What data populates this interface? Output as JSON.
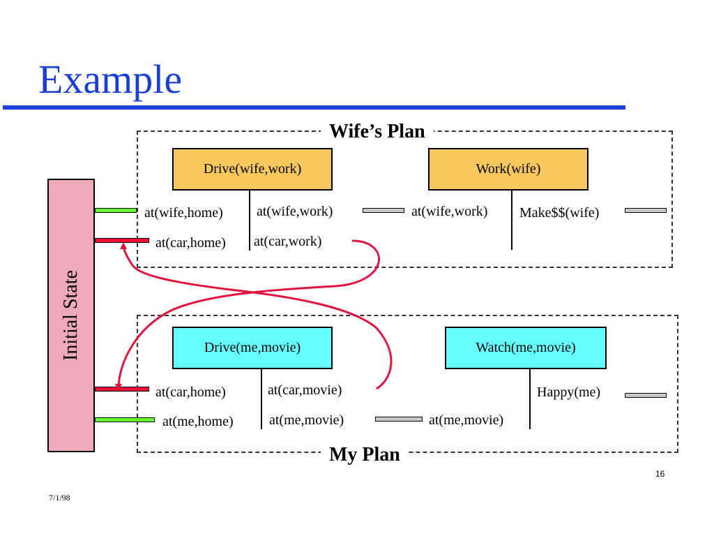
{
  "slide": {
    "title": "Example",
    "number": "16",
    "date": "7/1/98"
  },
  "initial_state": {
    "label": "Initial State"
  },
  "wife_plan": {
    "label": "Wife’s Plan",
    "actions": [
      {
        "name": "Drive(wife,work)",
        "fill": "#f8c860",
        "preconditions": [
          "at(wife,home)",
          "at(car,home)"
        ],
        "effects": [
          "at(wife,work)",
          "at(car,work)"
        ]
      },
      {
        "name": "Work(wife)",
        "fill": "#f8c860",
        "preconditions": [
          "at(wife,work)"
        ],
        "effects": [
          "Make$$(wife)"
        ]
      }
    ]
  },
  "my_plan": {
    "label": "My Plan",
    "actions": [
      {
        "name": "Drive(me,movie)",
        "fill": "#66ffff",
        "preconditions": [
          "at(car,home)",
          "at(me,home)"
        ],
        "effects": [
          "at(car,movie)",
          "at(me,movie)"
        ]
      },
      {
        "name": "Watch(me,movie)",
        "fill": "#66ffff",
        "preconditions": [
          "at(me,movie)"
        ],
        "effects": [
          "Happy(me)"
        ]
      }
    ]
  },
  "colors": {
    "title": "#1a3fd6",
    "interaction_arrow": "#e0143c",
    "initial_state_fill": "#eeaabb",
    "satisfied_link": "#66ff33",
    "conflicting_link": "#ee1133",
    "causal_link": "#c8c8c8"
  }
}
